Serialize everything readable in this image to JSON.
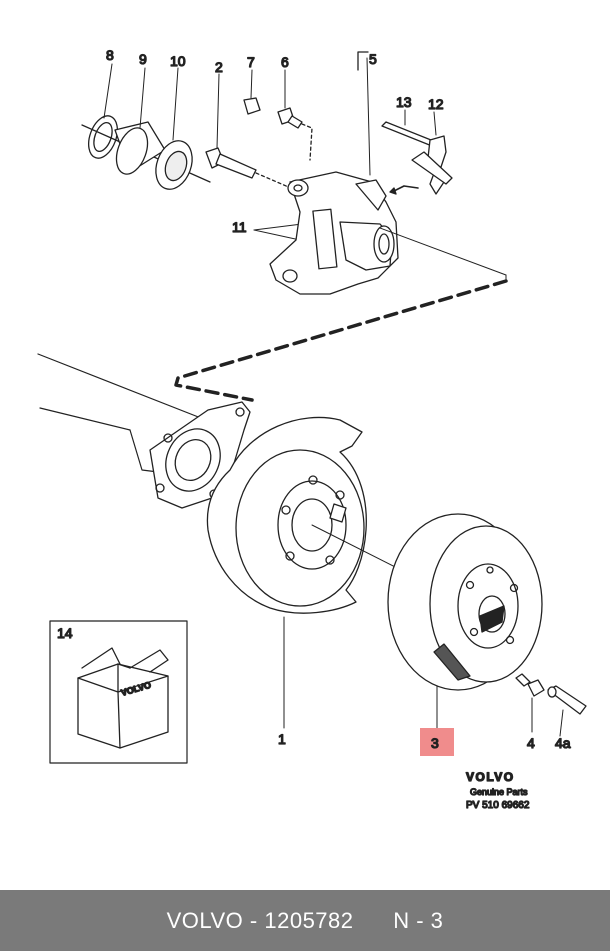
{
  "callouts": {
    "c8": "8",
    "c9": "9",
    "c10": "10",
    "c2": "2",
    "c7": "7",
    "c6": "6",
    "c5": "5",
    "c13": "13",
    "c12": "12",
    "c11": "11",
    "c14": "14",
    "c1": "1",
    "c3": "3",
    "c4": "4",
    "c4a": "4a"
  },
  "kit_box": {
    "brand": "VOLVO"
  },
  "brand_block": {
    "brand": "VOLVO",
    "subtitle": "Genuine Parts",
    "code": "PV 510 69662"
  },
  "footer": {
    "brand": "VOLVO",
    "sep": " - ",
    "part_number": "1205782",
    "ref": "N - 3"
  },
  "colors": {
    "highlight": "#f08c8c",
    "footer_bg": "#7a7a7a",
    "line": "#222222"
  }
}
